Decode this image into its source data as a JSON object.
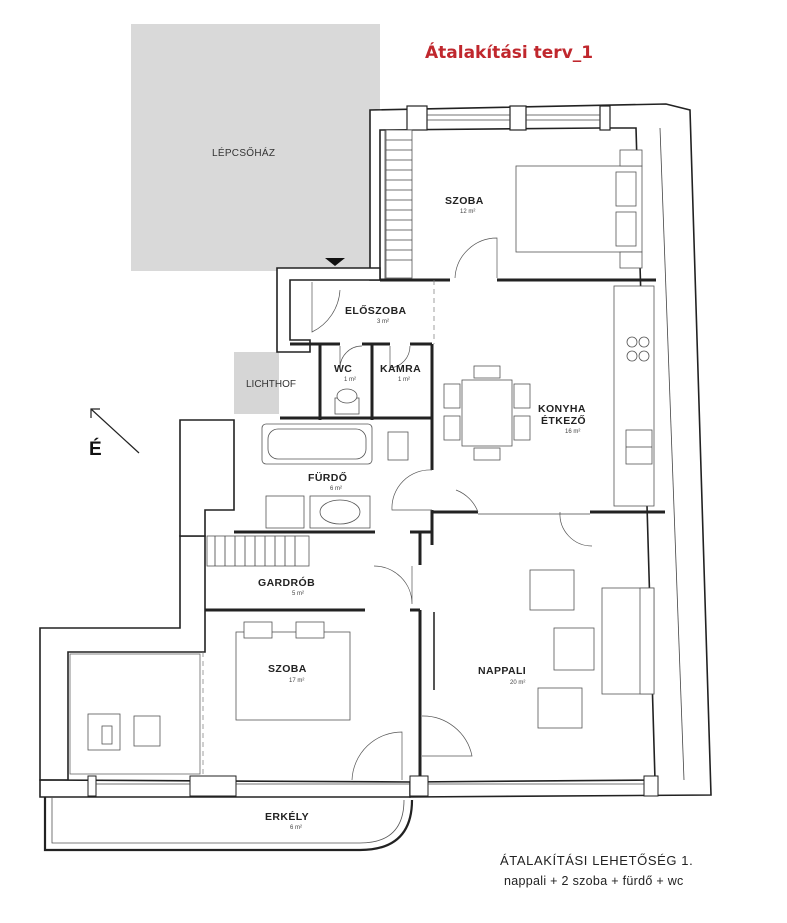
{
  "plan_title": "Átalakítási terv_1",
  "north_label": "É",
  "caption": {
    "line1": "ÁTALAKÍTÁSI LEHETŐSÉG 1.",
    "line2": "nappali + 2 szoba + fürdő + wc"
  },
  "areas": {
    "stairwell": "LÉPCSŐHÁZ",
    "lightwell": "LICHTHOF"
  },
  "rooms": {
    "szoba_top": {
      "name": "SZOBA",
      "area": "12 m²"
    },
    "eloszoba": {
      "name": "ELŐSZOBA",
      "area": "3 m²"
    },
    "wc": {
      "name": "WC",
      "area": "1 m²"
    },
    "kamra": {
      "name": "KAMRA",
      "area": "1 m²"
    },
    "konyha": {
      "name": "KONYHA ÉTKEZŐ",
      "name_line1": "KONYHA",
      "name_line2": "ÉTKEZŐ",
      "area": "16 m²"
    },
    "furdo": {
      "name": "FÜRDŐ",
      "area": "6 m²"
    },
    "gardrob": {
      "name": "GARDRÓB",
      "area": "5 m²"
    },
    "szoba_bottom": {
      "name": "SZOBA",
      "area": "17 m²"
    },
    "nappali": {
      "name": "NAPPALI",
      "area": "20 m²"
    },
    "erkely": {
      "name": "ERKÉLY",
      "area": "6 m²"
    }
  }
}
